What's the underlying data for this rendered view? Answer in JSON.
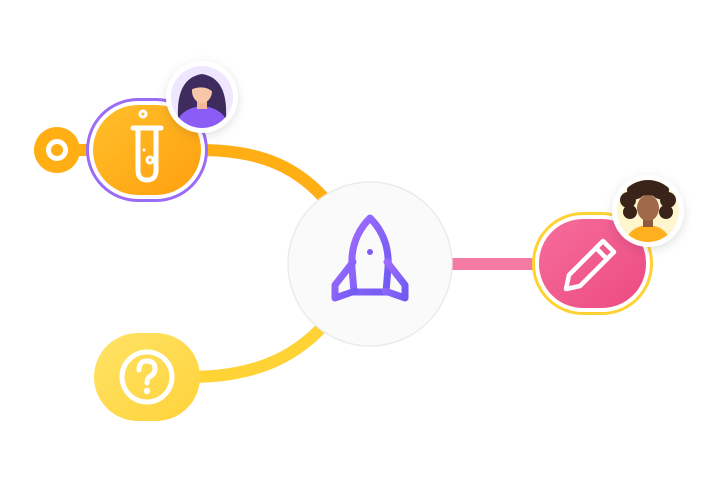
{
  "diagram": {
    "center": {
      "icon": "rocket-icon"
    },
    "nodes": [
      {
        "id": "experiment",
        "icon": "test-tube-icon",
        "color": "#FFB01F",
        "ring": "#9B6CF5",
        "avatar": "woman-avatar",
        "start_handle": true
      },
      {
        "id": "question",
        "icon": "question-circle-icon",
        "color": "#FFD84A"
      },
      {
        "id": "edit",
        "icon": "pencil-icon",
        "color": "#F25B8E",
        "ring": "#FFD234",
        "avatar": "man-avatar"
      }
    ],
    "colors": {
      "rocket": "#8B5CF6",
      "connector_orange": "#FFAE14",
      "connector_yellow": "#FFD335",
      "connector_pink": "#F47AA4",
      "avatar_woman_bg": "#EFE6FF",
      "avatar_man_bg": "#FFF6CF"
    }
  }
}
